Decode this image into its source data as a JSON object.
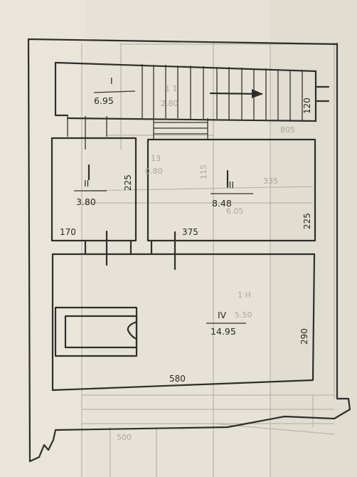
{
  "rooms": [
    {
      "number": "I",
      "area": "6.95"
    },
    {
      "number": "II",
      "area": "3.80"
    },
    {
      "number": "III",
      "area": "8.48"
    },
    {
      "number": "IV",
      "area": "14.95"
    }
  ],
  "dimensions": {
    "stair_width": "120",
    "room2_height": "225",
    "room2_width": "170",
    "room3_height": "225",
    "room3_width": "375",
    "room4_width": "580",
    "room4_height": "290"
  },
  "faint_labels": [
    "1 1",
    "2.80",
    "6.05",
    "13",
    "0.80",
    "335",
    "115",
    "805",
    "1 H",
    "5.50",
    "500"
  ]
}
